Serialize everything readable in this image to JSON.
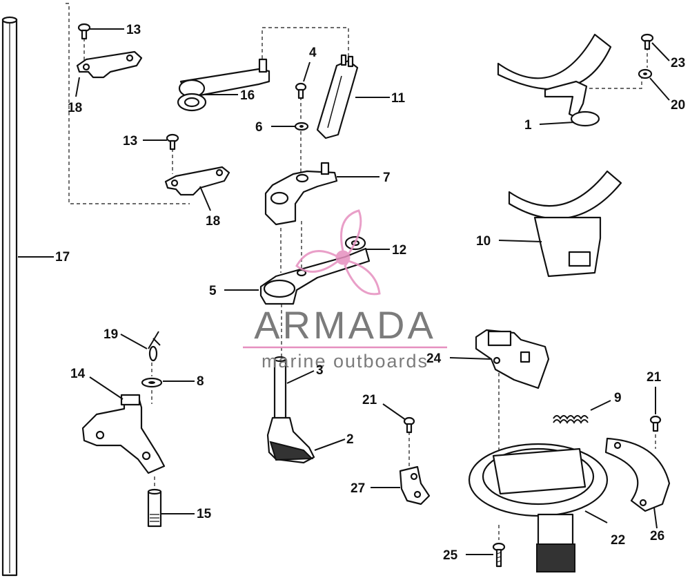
{
  "diagram": {
    "labels": {
      "l1": "1",
      "l2": "2",
      "l3": "3",
      "l4": "4",
      "l5": "5",
      "l6": "6",
      "l7": "7",
      "l8": "8",
      "l9": "9",
      "l10": "10",
      "l11": "11",
      "l12": "12",
      "l13a": "13",
      "l13b": "13",
      "l14": "14",
      "l15": "15",
      "l16": "16",
      "l17": "17",
      "l18a": "18",
      "l18b": "18",
      "l19": "19",
      "l20": "20",
      "l21a": "21",
      "l21b": "21",
      "l22": "22",
      "l23": "23",
      "l24": "24",
      "l25": "25",
      "l26": "26",
      "l27": "27"
    }
  },
  "watermark": {
    "brand": "ARMADA",
    "tagline": "marine outboards",
    "color": "#e68fbf"
  }
}
